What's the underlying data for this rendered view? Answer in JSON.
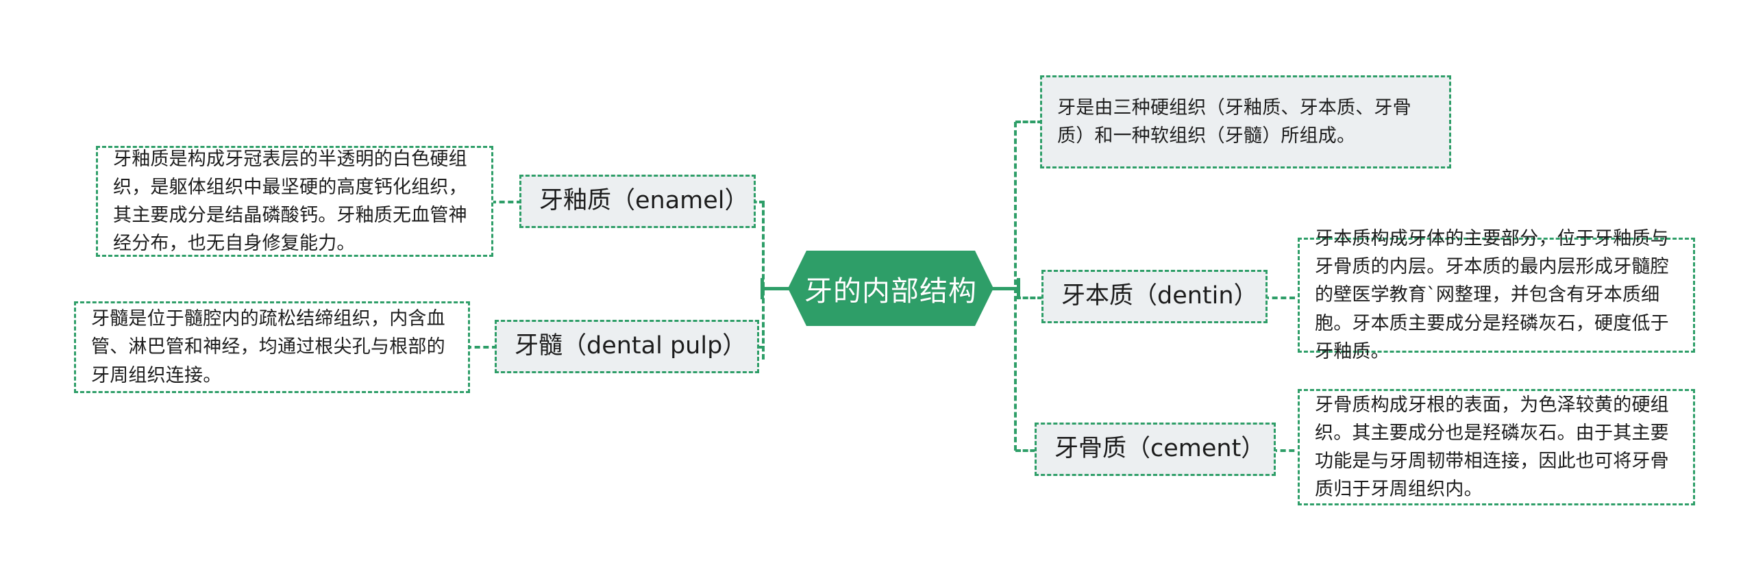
{
  "diagram": {
    "title": "牙的内部结构",
    "type": "mindmap",
    "accent_color": "#2e9e68",
    "node_fill": "#eceff1",
    "root": {
      "label": "牙的内部结构"
    },
    "branches": {
      "left": [
        {
          "label": "牙釉质（enamel）",
          "description": "牙釉质是构成牙冠表层的半透明的白色硬组织，是躯体组织中最坚硬的高度钙化组织，其主要成分是结晶磷酸钙。牙釉质无血管神经分布，也无自身修复能力。"
        },
        {
          "label": "牙髓（dental pulp）",
          "description": "牙髓是位于髓腔内的疏松结缔组织，内含血管、淋巴管和神经，均通过根尖孔与根部的牙周组织连接。"
        }
      ],
      "right": [
        {
          "label": "",
          "description": "牙是由三种硬组织（牙釉质、牙本质、牙骨质）和一种软组织（牙髓）所组成。"
        },
        {
          "label": "牙本质（dentin）",
          "description": "牙本质构成牙体的主要部分，位于牙釉质与牙骨质的内层。牙本质的最内层形成牙髓腔的壁医学教育`网整理，并包含有牙本质细胞。牙本质主要成分是羟磷灰石，硬度低于牙釉质。"
        },
        {
          "label": "牙骨质（cement）",
          "description": "牙骨质构成牙根的表面，为色泽较黄的硬组织。其主要成分也是羟磷灰石。由于其主要功能是与牙周韧带相连接，因此也可将牙骨质归于牙周组织内。"
        }
      ]
    }
  }
}
